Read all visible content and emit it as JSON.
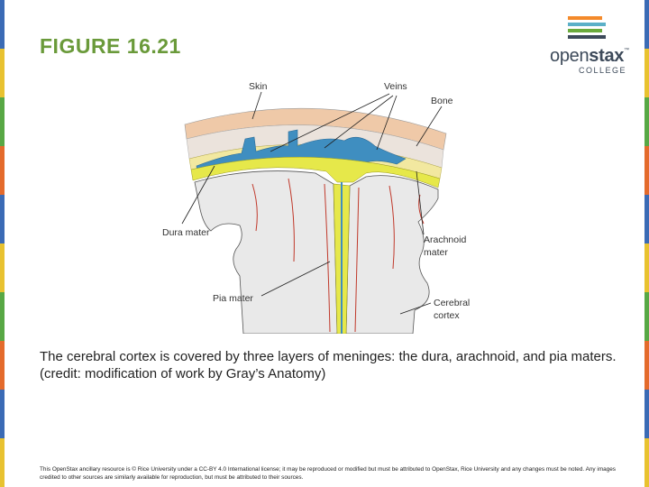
{
  "slide": {
    "title": "FIGURE 16.21",
    "caption": "The cerebral cortex is covered by three layers of meninges: the dura, arachnoid, and pia maters. (credit: modification of work by Gray’s Anatomy)",
    "footer": "This OpenStax ancillary resource is © Rice University under a CC-BY 4.0 International license; it may be reproduced or modified but must be attributed to OpenStax, Rice University and any changes must be noted. Any images credited to other sources are similarly available for reproduction, but must be attributed to their sources."
  },
  "logo": {
    "word_regular": "open",
    "word_bold": "stax",
    "trademark": "™",
    "sub": "COLLEGE",
    "bar_colors": [
      "#f48a2a",
      "#5bb0c8",
      "#6aaa3c",
      "#3d4a5a"
    ]
  },
  "edge_colors": [
    "#3b6bb5",
    "#e8c230",
    "#58a845",
    "#e46b2c",
    "#3b6bb5",
    "#e8c230",
    "#58a845",
    "#e46b2c",
    "#3b6bb5",
    "#e8c230"
  ],
  "figure": {
    "labels": {
      "skin": "Skin",
      "veins": "Veins",
      "bone": "Bone",
      "dura_1": "Dura mater",
      "arachnoid_1": "Arachnoid",
      "arachnoid_2": "mater",
      "pia_1": "Pia mater",
      "cortex_1": "Cerebral",
      "cortex_2": "cortex"
    },
    "colors": {
      "skin": "#efc9a8",
      "bone": "#ebe3dc",
      "dura": "#f2e8a0",
      "vein": "#3f8ec0",
      "arachnoid": "#e6e84a",
      "cortex": "#e9e9e9",
      "vessel": "#c0392b"
    }
  }
}
